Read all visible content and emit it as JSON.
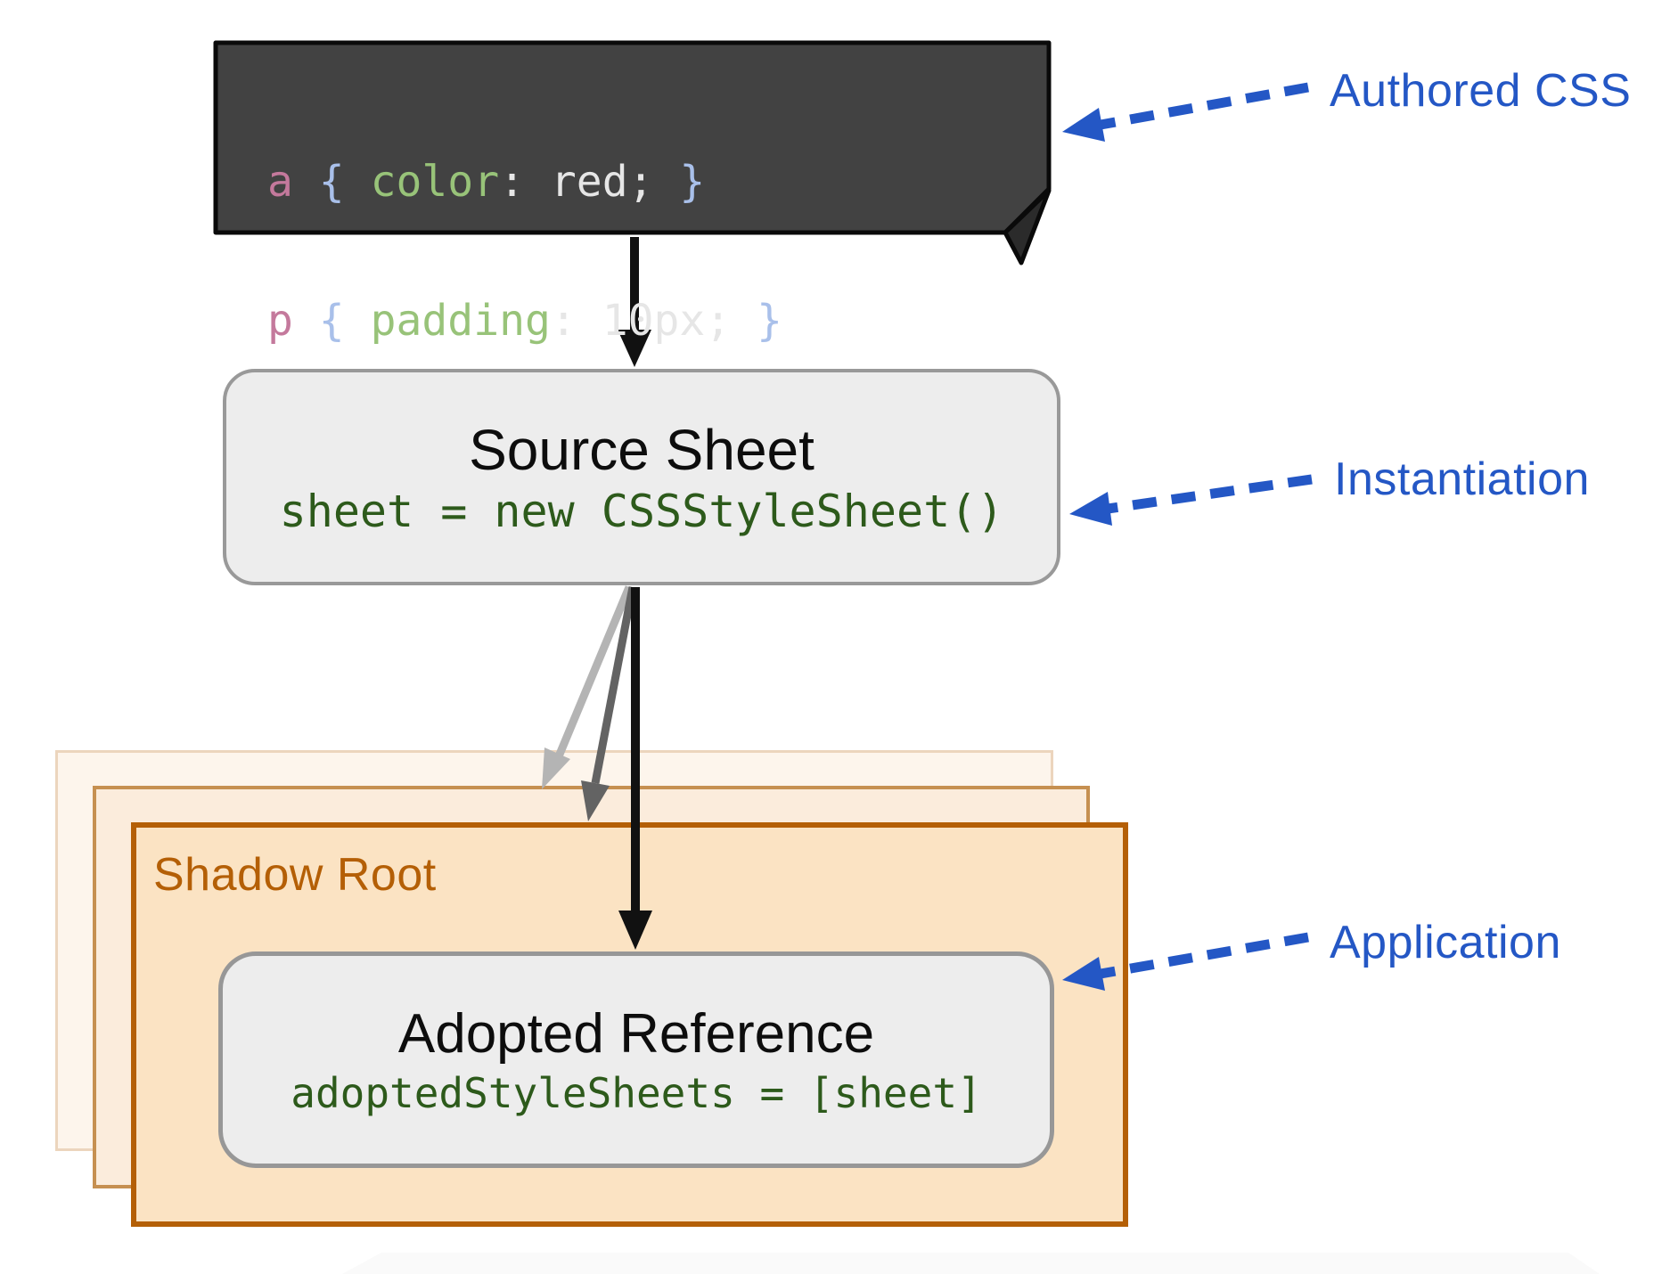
{
  "authored_css_block": {
    "lines": [
      {
        "selector": "a",
        "brace_open": " { ",
        "property": "color",
        "punct": ": ",
        "value": "red; ",
        "brace_close": "}"
      },
      {
        "selector": "p",
        "brace_open": " { ",
        "property": "padding",
        "punct": ": ",
        "value": "10px; ",
        "brace_close": "}"
      }
    ]
  },
  "source_sheet": {
    "title": "Source Sheet",
    "code": "sheet = new CSSStyleSheet()"
  },
  "shadow_root": {
    "label": "Shadow Root"
  },
  "adopted_reference": {
    "title": "Adopted Reference",
    "code": "adoptedStyleSheets = [sheet]"
  },
  "annotations": {
    "authored": "Authored CSS",
    "instantiation": "Instantiation",
    "application": "Application"
  },
  "colors": {
    "annotation_blue": "#2457c5",
    "shadow_root_orange": "#b45f06",
    "code_green": "#2d5a1b",
    "dark_block_bg": "#424242",
    "selector_pink": "#c4799c",
    "brace_blue": "#a9c0ea",
    "property_green": "#98c379",
    "value_white": "#e6e6e6",
    "box_gray_fill": "#ededed",
    "box_gray_border": "#999999",
    "stack_front_fill": "#fbe3c3",
    "stack_mid_fill": "#fbecdc",
    "stack_back_fill": "#fdf5ec"
  }
}
